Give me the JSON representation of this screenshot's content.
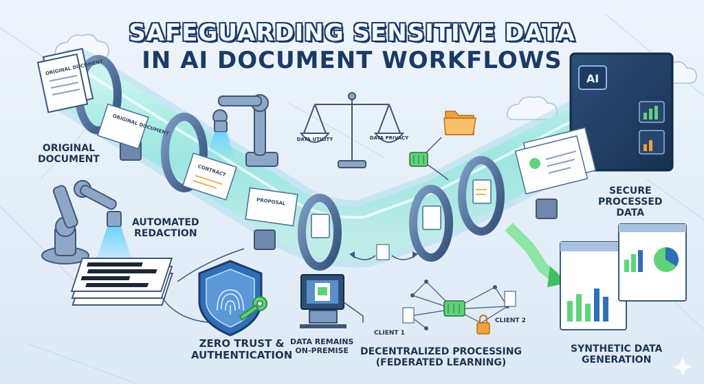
{
  "title": {
    "line1": "SAFEGUARDING SENSITIVE DATA",
    "line2": "IN AI DOCUMENT WORKFLOWS"
  },
  "labels": {
    "original_document": [
      "ORIGINAL",
      "DOCUMENT"
    ],
    "automated_redaction": [
      "AUTOMATED",
      "REDACTION"
    ],
    "zero_trust": [
      "ZERO TRUST &",
      "AUTHENTICATION"
    ],
    "data_remains": [
      "DATA REMAINS",
      "ON-PREMISE"
    ],
    "decentralized": [
      "DECENTRALIZED  PROCESSING",
      "(FEDERATED LEARNING)"
    ],
    "secure_processed": [
      "SECURE",
      "PROCESSED",
      "DATA"
    ],
    "synthetic": [
      "SYNTHETIC DATA",
      "GENERATION"
    ],
    "client1": "CLIENT 1",
    "client2": "CLIENT 2"
  },
  "doc_texts": {
    "original_doc_page": "ORIGINAL DOCUMENT",
    "in_pipe_original": "ORIGINAL DOCUMENT",
    "contract": "CONTRACT",
    "proposal": "PROPOSAL"
  },
  "scale": {
    "left": "DATA UTILITY",
    "right": "DATA PRIVACY"
  },
  "monitor": {
    "badge": "AI"
  },
  "colors": {
    "title_dark": "#1b3a66",
    "pipe_glow": "#7fe6d4",
    "ring": "#4a6a94",
    "accent_green": "#5fd37a",
    "folder_orange": "#f2a23a",
    "shield_blue": "#2f6fb5"
  }
}
